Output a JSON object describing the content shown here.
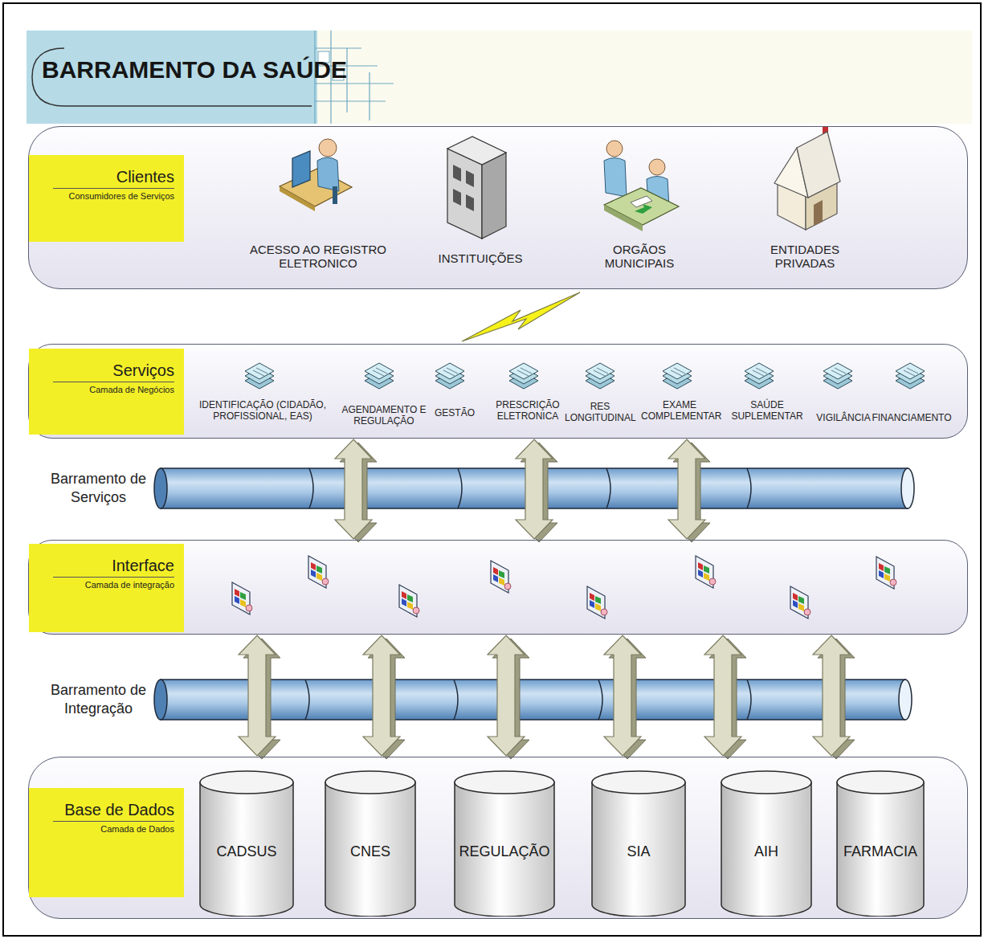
{
  "diagram": {
    "title": "BARRAMENTO DA SAÚDE",
    "nodes": [
      {
        "text": [
          "Clientes",
          "Consumidores de Serviços"
        ]
      },
      {
        "text": [
          "Serviços",
          "Camada de Negócios"
        ]
      },
      {
        "text": [
          "Barramento de Serviços"
        ]
      },
      {
        "text": [
          "Interface",
          "Camada de integração"
        ]
      },
      {
        "text": [
          "Barramento de Integração"
        ]
      },
      {
        "text": [
          "Base de Dados",
          "Camada de Dados"
        ]
      },
      {
        "text": [
          "CADSUS"
        ],
        "in": 5
      },
      {
        "text": [
          "CNES"
        ],
        "in": 5
      },
      {
        "text": [
          "REGULAÇÃO"
        ],
        "in": 5
      },
      {
        "text": [
          "SIA"
        ],
        "in": 5
      },
      {
        "text": [
          "AIH"
        ],
        "in": 5
      },
      {
        "text": [
          "FARMACIA"
        ],
        "in": 5
      }
    ],
    "edges": [
      {
        "from": 1,
        "to": 3,
        "arrow": "both"
      },
      {
        "from": 1,
        "to": 3,
        "arrow": "both"
      },
      {
        "from": 1,
        "to": 3,
        "arrow": "both"
      },
      {
        "from": 3,
        "to": 5,
        "arrow": "both"
      },
      {
        "from": 3,
        "to": 5,
        "arrow": "both"
      },
      {
        "from": 3,
        "to": 5,
        "arrow": "both"
      },
      {
        "from": 3,
        "to": 5,
        "arrow": "both"
      },
      {
        "from": 3,
        "to": 5,
        "arrow": "both"
      },
      {
        "from": 3,
        "to": 5,
        "arrow": "both"
      }
    ],
    "labels": [
      "ACESSO AO REGISTRO ELETRONICO",
      "INSTITUIÇÕES",
      "ORGÃOS MUNICIPAIS",
      "ENTIDADES PRIVADAS",
      "IDENTIFICAÇÃO (CIDADÃO, PROFISSIONAL, EAS)",
      "AGENDAMENTO E REGULAÇÃO",
      "GESTÃO",
      "PRESCRIÇÃO ELETRONICA",
      "RES LONGITUDINAL",
      "EXAME COMPLEMENTAR",
      "SAÚDE SUPLEMENTAR",
      "VIGILÂNCIA",
      "FINANCIAMENTO"
    ]
  }
}
